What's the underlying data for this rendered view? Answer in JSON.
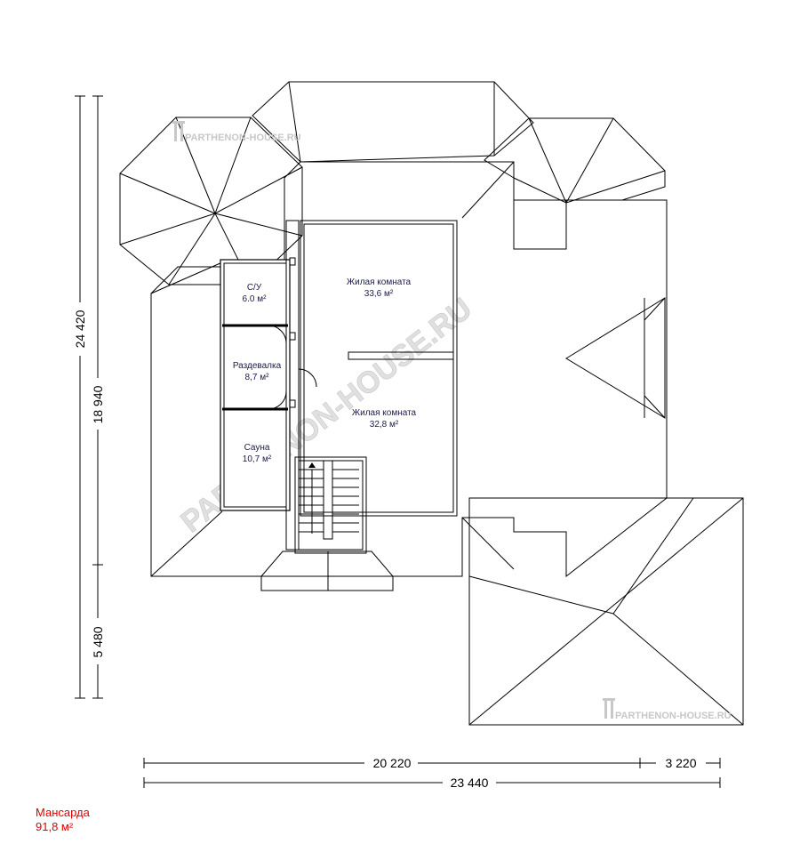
{
  "rooms": {
    "wc": {
      "name": "С/У",
      "area": "6.0 м²"
    },
    "dressing": {
      "name": "Раздевалка",
      "area": "8,7 м²"
    },
    "sauna": {
      "name": "Сауна",
      "area": "10,7 м²"
    },
    "living1": {
      "name": "Жилая комната",
      "area": "33,6 м²"
    },
    "living2": {
      "name": "Жилая комната",
      "area": "32,8 м²"
    }
  },
  "dimensions": {
    "overall_height": "24 420",
    "upper_height": "18 940",
    "lower_height": "5 480",
    "width_main": "20 220",
    "width_extra": "3 220",
    "overall_width": "23 440"
  },
  "watermark": {
    "top": "PARTHENON-HOUSE.RU",
    "bottom": "PARTHENON-HOUSE.RU",
    "diagonal": "PARTHENON-HOUSE.RU"
  },
  "caption": {
    "title": "Мансарда",
    "area": "91,8 м²"
  }
}
